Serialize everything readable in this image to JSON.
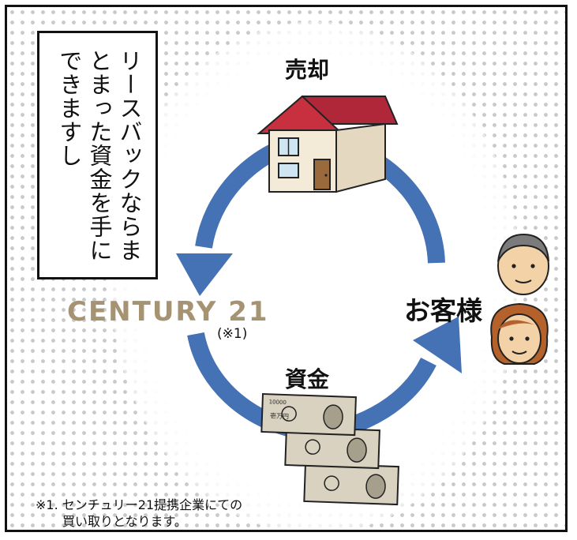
{
  "heading_vertical": "リースバックならまとまった資金を手にできますし",
  "labels": {
    "sell": "売却",
    "funds": "資金",
    "customer": "お客様"
  },
  "brand": {
    "name": "CENTURY 21",
    "note_ref": "(※1)"
  },
  "footnote": {
    "line1": "※1. センチュリー21提携企業にての",
    "line2": "買い取りとなります。"
  },
  "banknote": {
    "denomination": "10000",
    "text": "壱万円"
  },
  "colors": {
    "arrow": "#4472b4",
    "brand": "#a59372",
    "roof": "#b0273a",
    "wall": "#f3ead8",
    "banknote": "#d9d2c0"
  },
  "icons": [
    "house-icon",
    "man-icon",
    "woman-icon",
    "banknote-icon",
    "cycle-arrow-icon"
  ]
}
